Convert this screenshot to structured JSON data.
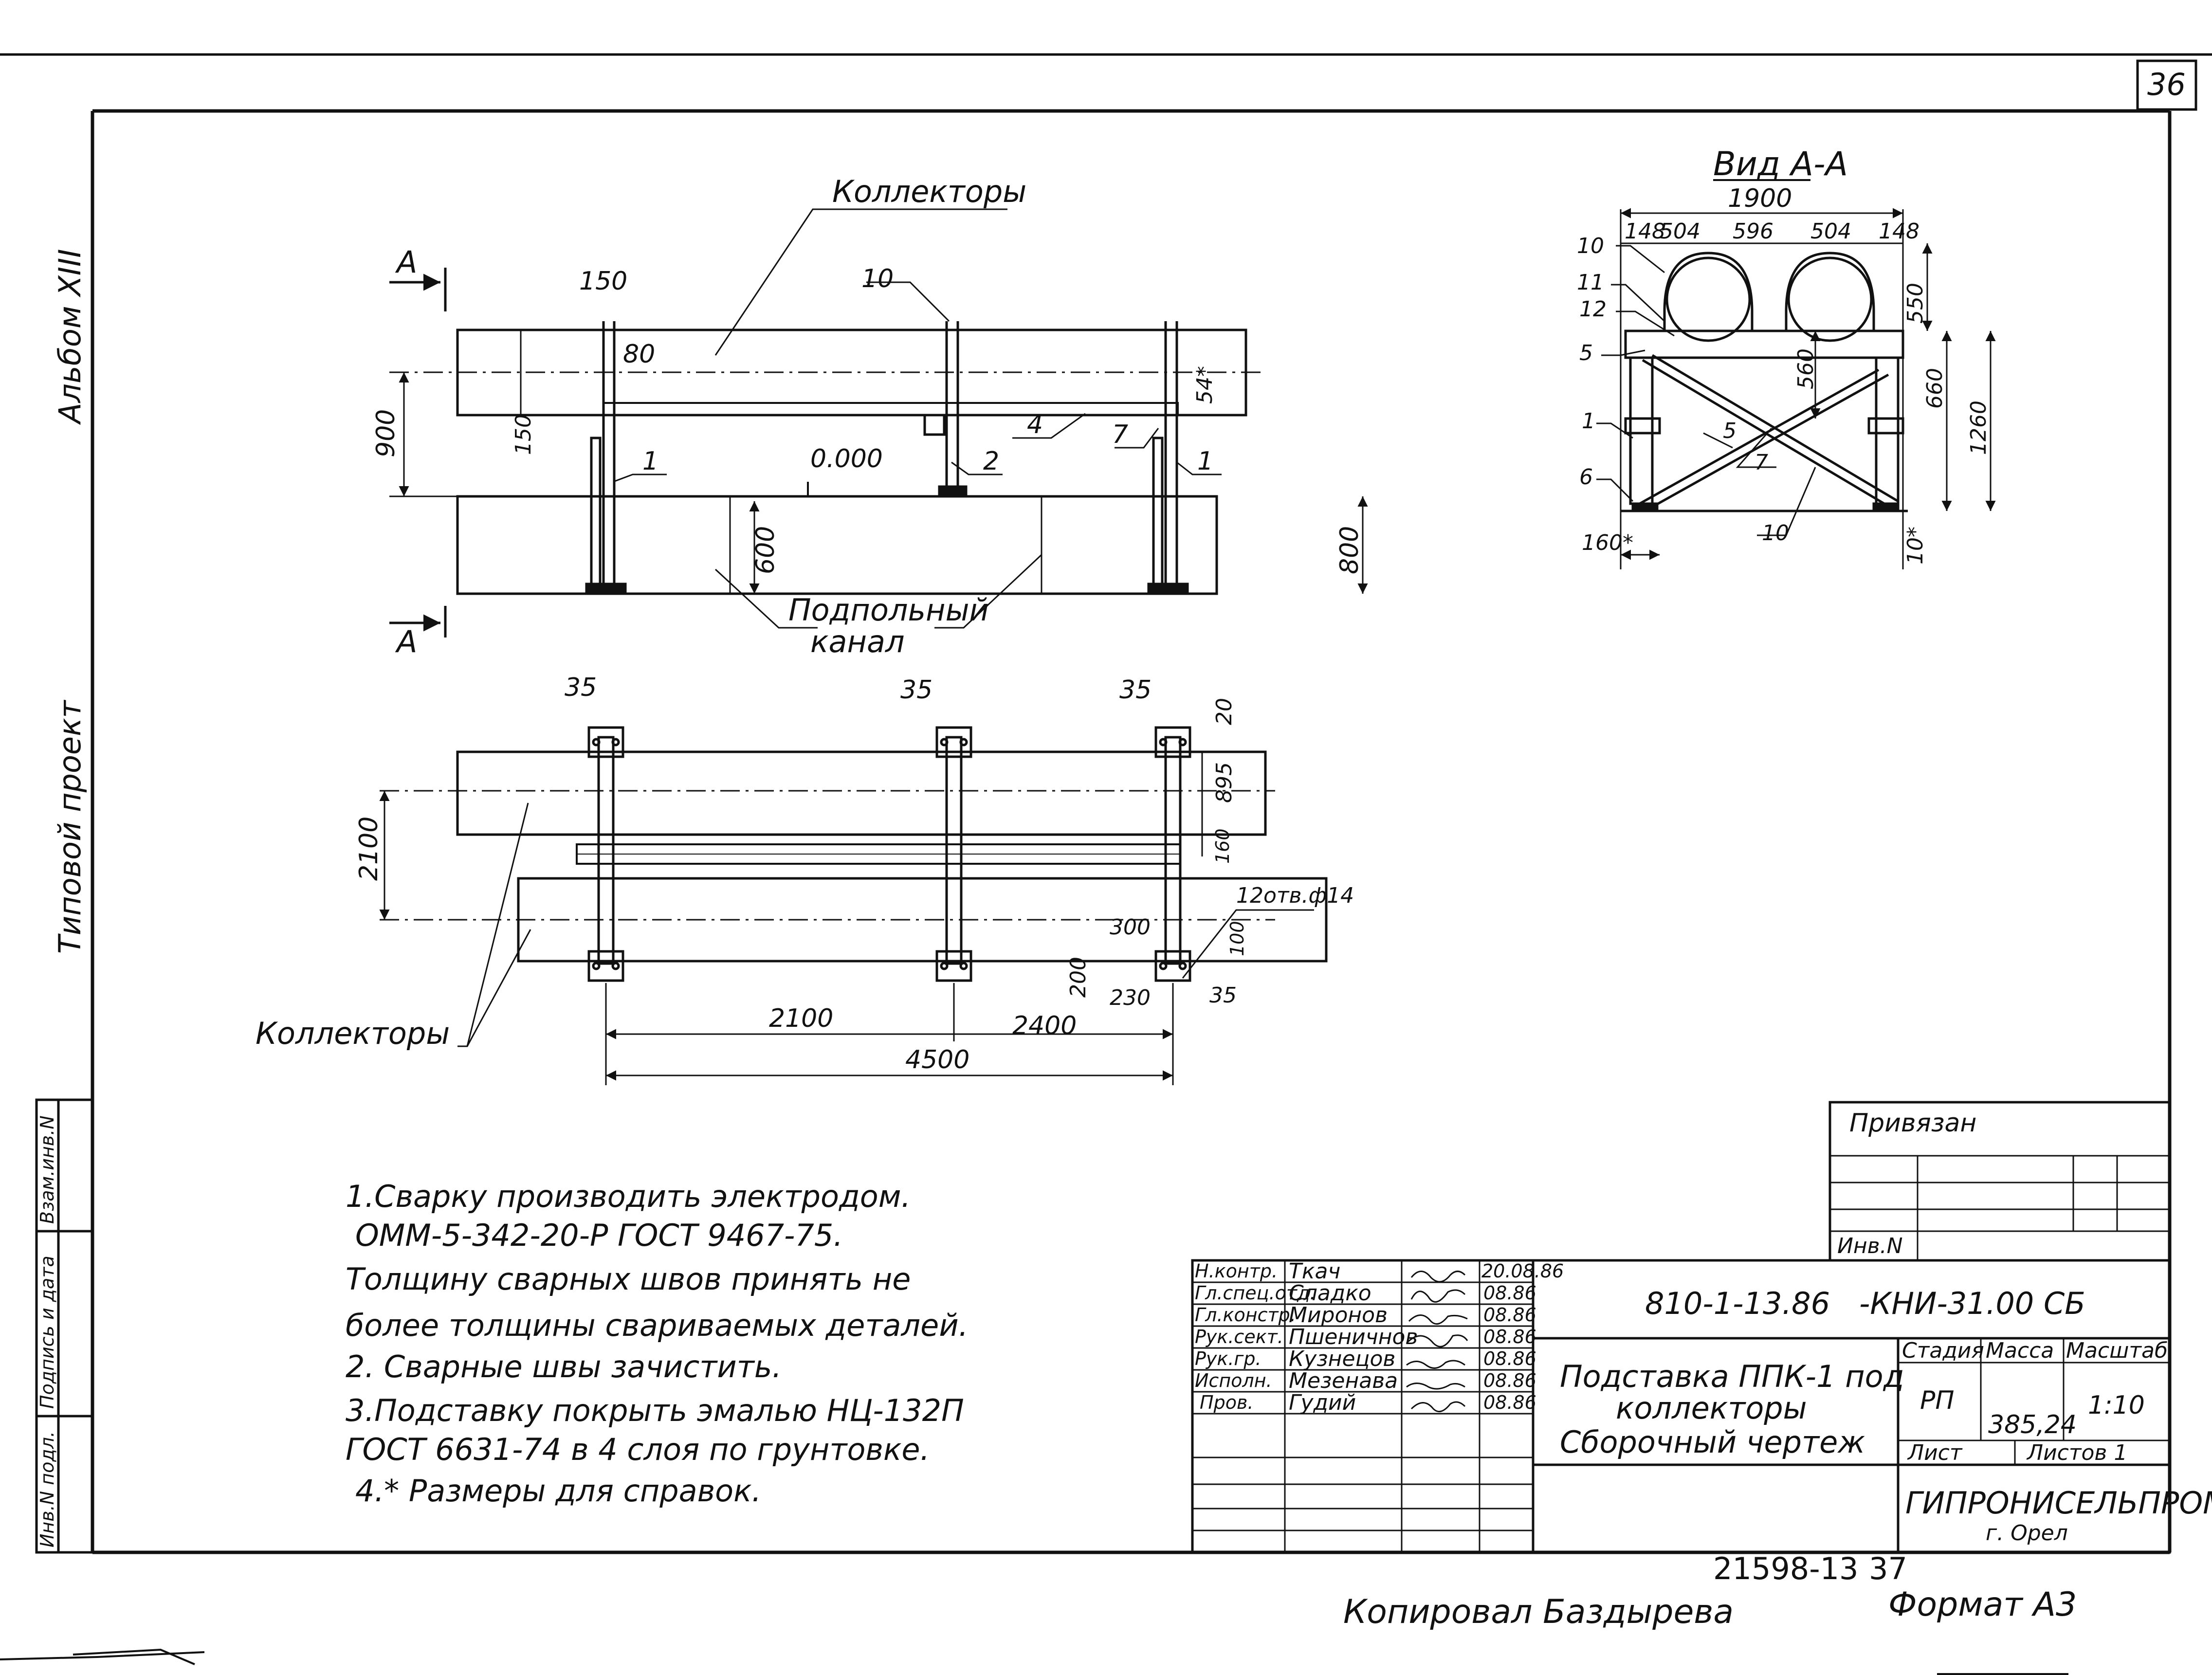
{
  "sheet": {
    "page_number": "36",
    "album": "Альбом XIII",
    "project_type": "Типовой проект",
    "left_stamp": {
      "inv_podl": "Инв.N подл.",
      "sign_date": "Подпись и дата",
      "vzam_inv": "Взам.инв.N"
    }
  },
  "drawing": {
    "labels": {
      "collectors_top": "Коллекторы",
      "collectors_plan": "Коллекторы",
      "underfloor_line1": "Подпольный",
      "underfloor_line2": "канал",
      "zero_level": "0.000",
      "section_letter_top": "А",
      "section_letter_bottom": "А",
      "view_aa": "Вид А-А"
    },
    "elevation_dims": {
      "d150_top": "150",
      "d80": "80",
      "d10": "10",
      "d900": "900",
      "d150_side": "150",
      "d54": "54*",
      "d600_left": "600",
      "d800_right": "800",
      "pos1_left": "1",
      "pos2": "2",
      "pos4": "4",
      "pos7": "7",
      "pos1_right": "1"
    },
    "plan_dims": {
      "d35_a": "35",
      "d35_b": "35",
      "d35_c": "35",
      "d20": "20",
      "d895": "895",
      "d160": "160",
      "d2100_vert": "2100",
      "holes": "12отв.ф14",
      "d300": "300",
      "d100": "100",
      "d200": "200",
      "d230": "230",
      "d35_d": "35",
      "d2100": "2100",
      "d2400": "2400",
      "d4500": "4500"
    },
    "view_dims": {
      "d1900": "1900",
      "d148_left": "148",
      "d504_left": "504",
      "d596": "596",
      "d504_right": "504",
      "d148_right": "148",
      "d550": "550",
      "d560": "560",
      "d660": "660",
      "d1260": "1260",
      "d160": "160*",
      "d10": "10*",
      "pos10_top": "10",
      "pos11": "11",
      "pos12": "12",
      "pos5_left": "5",
      "pos1": "1",
      "pos6": "6",
      "pos5_mid": "5",
      "pos7": "7",
      "pos10_bottom": "10"
    }
  },
  "notes": [
    "1.Сварку производить        электродом.",
    "ОММ-5-342-20-Р    ГОСТ 9467-75.",
    "Толщину  сварных  швов   принять  не",
    "более  толщины   свариваемых    деталей.",
    "2. Сварные  швы    зачистить.",
    "3.Подставку  покрыть   эмалью  НЦ-132П",
    "ГОСТ 6631-74   в 4 слоя   по    грунтовке.",
    "4.* Размеры   для   справок."
  ],
  "privyazan": {
    "title": "Привязан",
    "inv": "Инв.N"
  },
  "title_block": {
    "code_left": "810-1-13.86",
    "code_right": "-КНИ-31.00 СБ",
    "name_lines": [
      "Подставка ППК-1 под",
      "коллекторы",
      "Сборочный  чертеж"
    ],
    "roles": [
      {
        "role": "Н.контр.",
        "name": "Ткач",
        "date": "20.08.86"
      },
      {
        "role": "Гл.спец.отд.",
        "name": "Сладко",
        "date": "08.86"
      },
      {
        "role": "Гл.констр.",
        "name": "Миронов",
        "date": "08.86"
      },
      {
        "role": "Рук.сект.",
        "name": "Пшеничнов",
        "date": "08.86"
      },
      {
        "role": "Рук.гр.",
        "name": "Кузнецов",
        "date": "08.86"
      },
      {
        "role": "Исполн.",
        "name": "Мезенава",
        "date": "08.86"
      },
      {
        "role": "Пров.",
        "name": "Гудий",
        "date": "08.86"
      }
    ],
    "stage_header": "Стадия",
    "mass_header": "Масса",
    "scale_header": "Масштаб",
    "stage": "РП",
    "mass": "385,24",
    "scale": "1:10",
    "sheet_label": "Лист",
    "sheets_label": "Листов 1",
    "org": "ГИПРОНИСЕЛЬПРОМ",
    "city": "г. Орел"
  },
  "footer": {
    "number": "21598-13",
    "page": "37",
    "copied": "Копировал  Баздырева",
    "format": "Формат А3"
  }
}
